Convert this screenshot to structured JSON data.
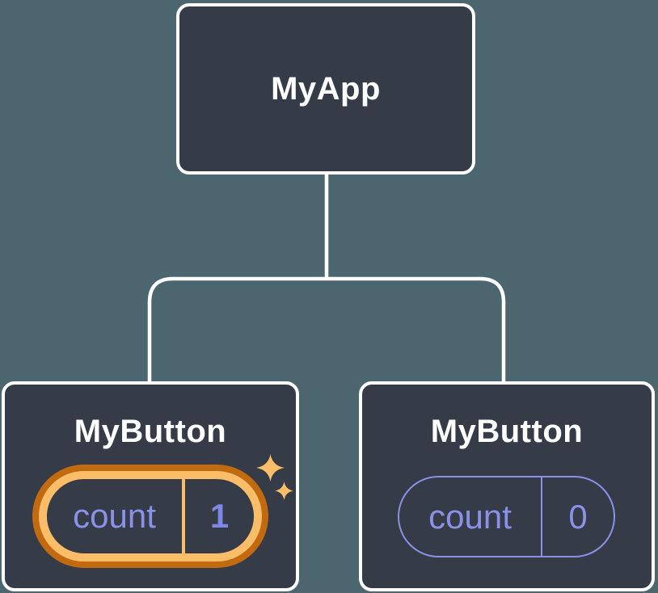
{
  "diagram": {
    "description": "Component tree with state",
    "root": {
      "label": "MyApp"
    },
    "children": [
      {
        "label": "MyButton",
        "state_key": "count",
        "state_value": "1",
        "highlighted": true
      },
      {
        "label": "MyButton",
        "state_key": "count",
        "state_value": "0",
        "highlighted": false
      }
    ]
  },
  "icons": {
    "sparkles": "sparkles-icon"
  },
  "colors": {
    "background": "#4c6670",
    "node_fill": "#353b47",
    "node_border": "#ffffff",
    "connector_line": "#ffffff",
    "state_text_purple": "#8992e8",
    "state_value_purple": "#7e88e4",
    "highlight_orange_dark": "#c26a10",
    "highlight_orange_light": "#fbbd68"
  }
}
